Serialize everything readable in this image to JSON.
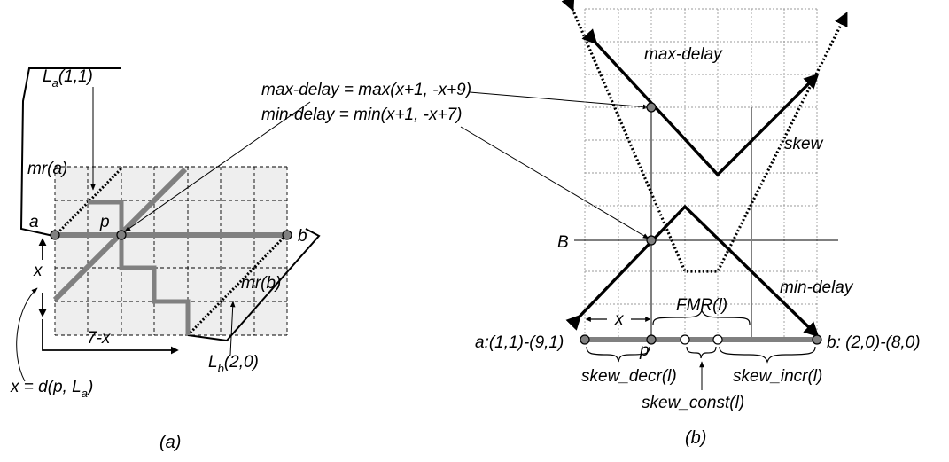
{
  "panel_a": {
    "caption": "(a)",
    "label_La_base": "L",
    "label_La_sub": "a",
    "label_La_args": "(1,1)",
    "label_mra": "mr(a)",
    "label_a": "a",
    "label_p": "p",
    "label_b": "b",
    "label_x": "x",
    "label_mrb": "mr(b)",
    "label_7x": "7-x",
    "label_Lb_base": "L",
    "label_Lb_sub": "b",
    "label_Lb_args": "(2,0)",
    "label_xdef": "x = d(p, L",
    "label_xdef_sub": "a",
    "label_xdef_end": ")"
  },
  "equations": {
    "max_delay": "max-delay = max(x+1, -x+9)",
    "min_delay": "min-delay = min(x+1, -x+7)"
  },
  "panel_b": {
    "caption": "(b)",
    "label_max_delay": "max-delay",
    "label_skew": "skew",
    "label_B": "B",
    "label_min_delay": "min-delay",
    "label_x": "x",
    "label_fmr": "FMR(l)",
    "label_a_range": "a:(1,1)-(9,1)",
    "label_p": "p",
    "label_b_range": "b: (2,0)-(8,0)",
    "label_skew_decr": "skew_decr(l)",
    "label_skew_incr": "skew_incr(l)",
    "label_skew_const": "skew_const(l)"
  }
}
